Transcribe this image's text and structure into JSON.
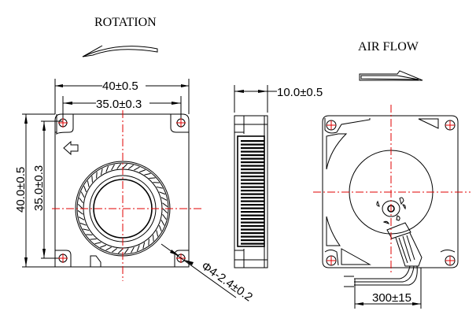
{
  "labels": {
    "rotation": "ROTATION",
    "air_flow": "AIR FLOW"
  },
  "dimensions": {
    "front_width_outer": "40±0.5",
    "front_width_holes": "35.0±0.3",
    "front_height_outer": "40.0±0.5",
    "front_height_holes": "35.0±0.3",
    "side_thickness": "10.0±0.5",
    "hole_spec": "Φ4-2.4±0.2",
    "cable_length": "300±15"
  },
  "colors": {
    "line": "#000000",
    "centerline": "#e00000"
  }
}
